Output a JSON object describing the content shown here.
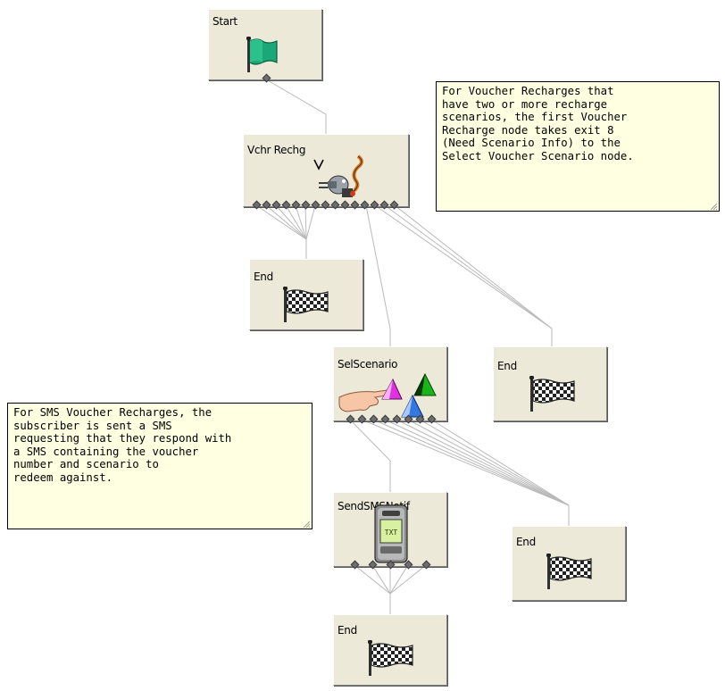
{
  "nodes": {
    "start": {
      "label": "Start"
    },
    "vchr_rechg": {
      "label": "Vchr Rechg"
    },
    "end_a": {
      "label": "End"
    },
    "sel_scenario": {
      "label": "SelScenario"
    },
    "end_b": {
      "label": "End"
    },
    "send_sms_notif": {
      "label": "SendSMSNotif"
    },
    "end_c": {
      "label": "End"
    },
    "end_d": {
      "label": "End"
    }
  },
  "notes": {
    "voucher_note": "For Voucher Recharges that\nhave two or more recharge\nscenarios, the first Voucher\nRecharge node takes exit 8\n(Need Scenario Info) to the\nSelect Voucher Scenario node.",
    "sms_note": "For SMS Voucher Recharges, the\nsubscriber is sent a SMS\nrequesting that they respond with\na SMS containing the voucher\nnumber and scenario to\nredeem against."
  },
  "icons": {
    "start": "green-start-flag",
    "vchr_rechg": "voucher-recharge-plug",
    "sel_scenario": "hand-selecting-scenario",
    "send_sms_notif": "sms-txt-phone",
    "end": "checkered-end-flag"
  },
  "colors": {
    "node_bg": "#ece9d8",
    "note_bg": "#ffffe1",
    "wire": "#b4b4b4",
    "start_flag": "#1aa876"
  }
}
